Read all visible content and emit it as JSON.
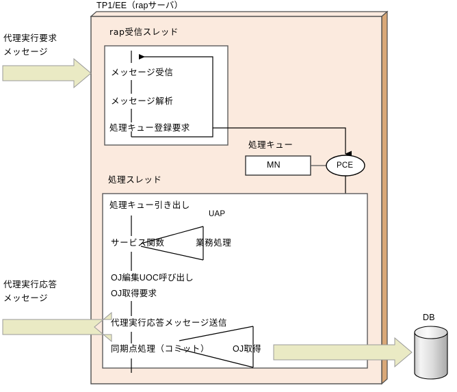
{
  "diagram": {
    "title": "TP1/EE（rapサーバ）",
    "colors": {
      "panel_fill": "#fbeade",
      "panel_edge": "#d9a878",
      "panel_border": "#4d4d4d",
      "inner_box_fill": "#ffffff",
      "inner_box_border": "#5a5a5a",
      "arrow_fill": "#eaeac4",
      "arrow_border": "#9a9a9a",
      "line": "#000000",
      "db_fill_light": "#f2f2f2",
      "db_fill_dark": "#b8b8b8"
    },
    "left_labels": [
      {
        "name": "request-message",
        "line1": "代理実行要求",
        "line2": "メッセージ"
      },
      {
        "name": "response-message",
        "line1": "代理実行応答",
        "line2": "メッセージ"
      }
    ],
    "threads": [
      {
        "name": "rap-receive-thread",
        "label": "rap受信スレッド",
        "steps": [
          "メッセージ受信",
          "メッセージ解析",
          "処理キュー登録要求"
        ]
      },
      {
        "name": "processing-thread",
        "label": "処理スレッド",
        "steps": [
          "処理キュー引き出し",
          "サービス関数",
          "OJ編集UOC呼び出し",
          "OJ取得要求",
          "代理実行応答メッセージ送信",
          "同期点処理（コミット）"
        ],
        "uap_label": "UAP",
        "uap_branch": "業務処理",
        "oj_branch": "OJ取得"
      }
    ],
    "queue": {
      "label": "処理キュー",
      "node_label": "MN",
      "pce_label": "PCE"
    },
    "database": {
      "label": "DB"
    }
  }
}
